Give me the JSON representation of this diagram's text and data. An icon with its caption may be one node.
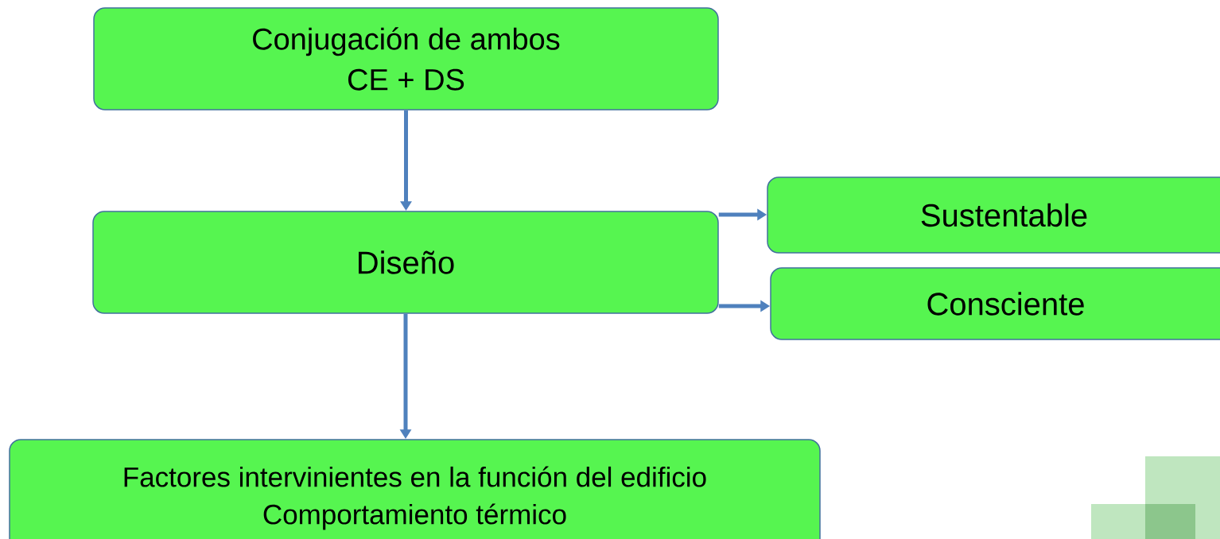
{
  "diagram": {
    "nodes": [
      {
        "text": [
          "Conjugación de ambos",
          "CE + DS"
        ]
      },
      {
        "text": [
          "Diseño"
        ]
      },
      {
        "text": [
          "Sustentable"
        ]
      },
      {
        "text": [
          "Consciente"
        ]
      },
      {
        "text": [
          "Factores intervinientes en la función del edificio",
          "Comportamiento térmico"
        ]
      }
    ],
    "edges": [
      {
        "from": 0,
        "to": 1,
        "arrow": "to"
      },
      {
        "from": 1,
        "to": 2,
        "arrow": "to"
      },
      {
        "from": 1,
        "to": 3,
        "arrow": "to"
      },
      {
        "from": 1,
        "to": 4,
        "arrow": "to"
      }
    ]
  }
}
